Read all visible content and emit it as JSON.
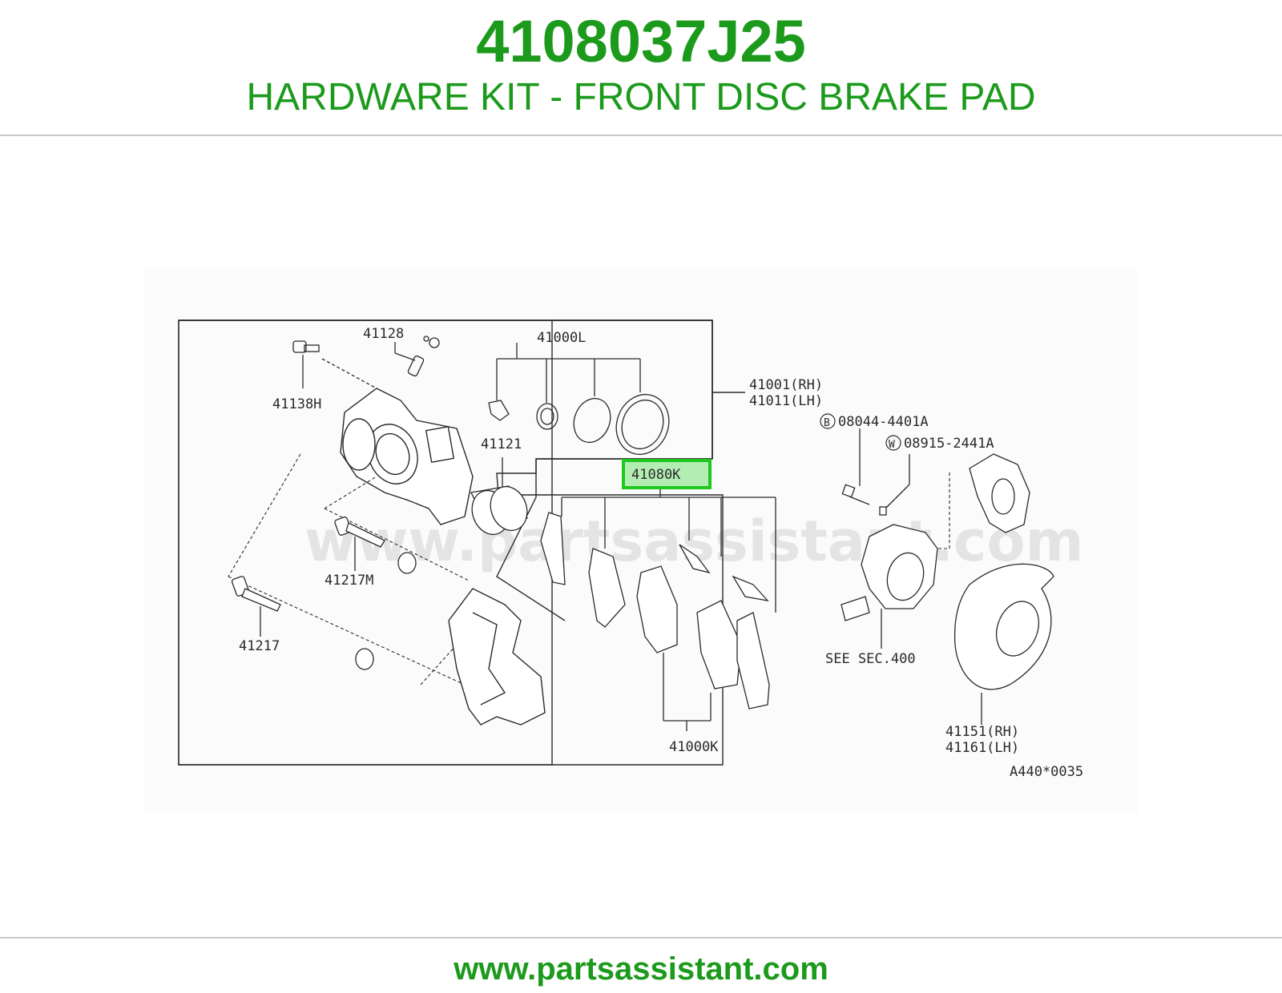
{
  "header": {
    "part_number": "4108037J25",
    "description": "HARDWARE KIT - FRONT DISC BRAKE PAD"
  },
  "footer": {
    "url": "www.partsassistant.com"
  },
  "diagram": {
    "watermark": "www.partsassistant.com",
    "highlight_color": "#1ec81e",
    "labels": {
      "p41128": "41128",
      "p41138H": "41138H",
      "p41000L": "41000L",
      "p41001": "41001(RH)",
      "p41011": "41011(LH)",
      "p41121": "41121",
      "p41080K": "41080K",
      "p08044_prefix": "B",
      "p08044": "08044-4401A",
      "p08915_prefix": "W",
      "p08915": "08915-2441A",
      "p41217M": "41217M",
      "p41217": "41217",
      "see_sec": "SEE SEC.400",
      "p41000K": "41000K",
      "p41151": "41151(RH)",
      "p41161": "41161(LH)",
      "fig_code": "A440*0035"
    }
  }
}
